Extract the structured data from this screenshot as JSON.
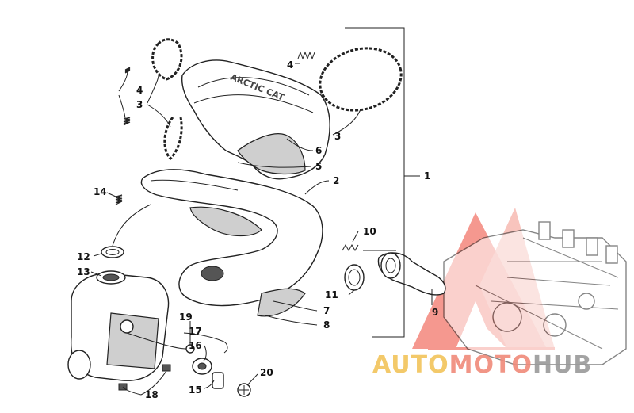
{
  "callouts": {
    "c1": "1",
    "c2": "2",
    "c3a": "3",
    "c3b": "3",
    "c4a": "4",
    "c4b": "4",
    "c5": "5",
    "c6": "6",
    "c7": "7",
    "c8": "8",
    "c9": "9",
    "c10": "10",
    "c11": "11",
    "c12": "12",
    "c13": "13",
    "c14": "14",
    "c15": "15",
    "c16": "16",
    "c17": "17",
    "c18": "18",
    "c19": "19",
    "c20": "20"
  },
  "watermark": {
    "part1": "AUTO",
    "part2": "MOTO",
    "part3": "HUB",
    "color_primary": "#f08a7a",
    "color_secondary": "#f2c45a",
    "color_dark": "#9a9a9a"
  }
}
